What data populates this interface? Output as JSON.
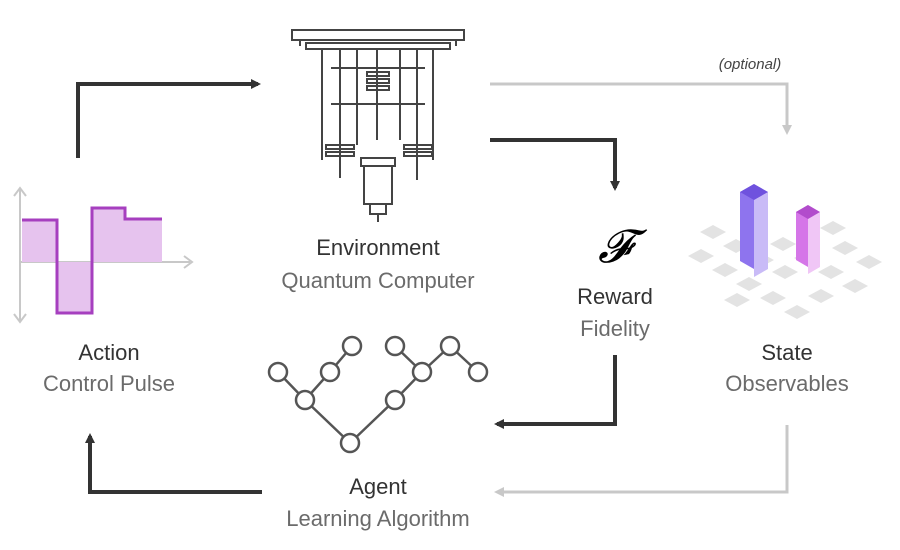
{
  "environment": {
    "title": "Environment",
    "subtitle": "Quantum Computer"
  },
  "reward": {
    "symbol": "𝓕",
    "title": "Reward",
    "subtitle": "Fidelity"
  },
  "state": {
    "title": "State",
    "subtitle": "Observables"
  },
  "action": {
    "title": "Action",
    "subtitle": "Control Pulse"
  },
  "agent": {
    "title": "Agent",
    "subtitle": "Learning Algorithm"
  },
  "optional_label": "(optional)",
  "colors": {
    "dark_arrow": "#333333",
    "light_arrow": "#c8c8c8",
    "purple": "#a63fbf",
    "purple_fill": "#e6c3ee",
    "violet": "#7a5ce6",
    "tile": "#e3e3e3"
  },
  "icons": {
    "environment": "quantum-computer-cryostat-icon",
    "action": "control-pulse-waveform-icon",
    "agent": "neural-network-tree-icon",
    "state": "3d-histogram-observables-icon"
  }
}
